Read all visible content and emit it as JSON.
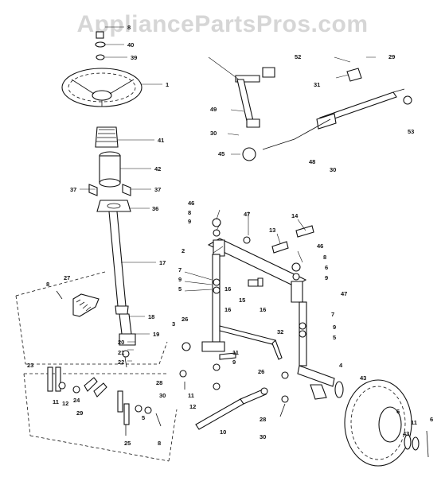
{
  "watermark": "AppliancePartsPros.com",
  "callouts": {
    "c1": "1",
    "c2": "2",
    "c3": "3",
    "c4": "4",
    "c5a": "5",
    "c5b": "5",
    "c5c": "5",
    "c6a": "6",
    "c6b": "6",
    "c6c": "6",
    "c7a": "7",
    "c7b": "7",
    "c8a": "8",
    "c8b": "8",
    "c8c": "8",
    "c8d": "8",
    "c8e": "8",
    "c9a": "9",
    "c9b": "9",
    "c9c": "9",
    "c9d": "9",
    "c9e": "9",
    "c10": "10",
    "c11a": "11",
    "c11b": "11",
    "c11c": "11",
    "c11d": "11",
    "c12a": "12",
    "c12b": "12",
    "c13": "13",
    "c14": "14",
    "c15": "15",
    "c16a": "16",
    "c16b": "16",
    "c16c": "16",
    "c17": "17",
    "c18": "18",
    "c19": "19",
    "c20": "20",
    "c21": "21",
    "c22": "22",
    "c23": "23",
    "c24": "24",
    "c25": "25",
    "c26a": "26",
    "c26b": "26",
    "c27": "27",
    "c28a": "28",
    "c28b": "28",
    "c29a": "29",
    "c29b": "29",
    "c30a": "30",
    "c30b": "30",
    "c30c": "30",
    "c30d": "30",
    "c31": "31",
    "c32": "32",
    "c36": "36",
    "c37a": "37",
    "c37b": "37",
    "c39": "39",
    "c40": "40",
    "c41": "41",
    "c42": "42",
    "c43a": "43",
    "c43b": "43",
    "c45": "45",
    "c46a": "46",
    "c46b": "46",
    "c47a": "47",
    "c47b": "47",
    "c48": "48",
    "c49": "49",
    "c52": "52",
    "c53": "53"
  }
}
